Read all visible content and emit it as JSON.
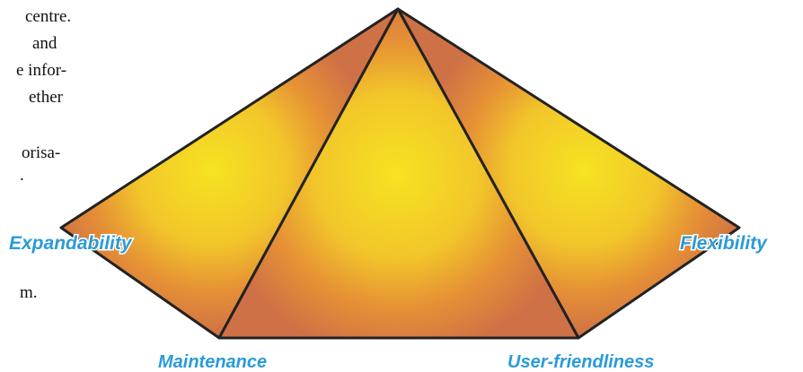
{
  "page_text": {
    "lines": [
      "centre.",
      "and",
      "e infor-",
      "ether",
      "orisa-",
      ".",
      "m."
    ]
  },
  "diagram": {
    "labels": {
      "top_left": "Expandability",
      "top_right": "Flexibility",
      "bottom_left": "Maintenance",
      "bottom_right": "User-friendliness"
    },
    "colors": {
      "highlight": "#f6e321",
      "mid": "#f0b22e",
      "edge": "#cf7146",
      "outline": "#222222",
      "label": "#2a9bd8"
    }
  }
}
